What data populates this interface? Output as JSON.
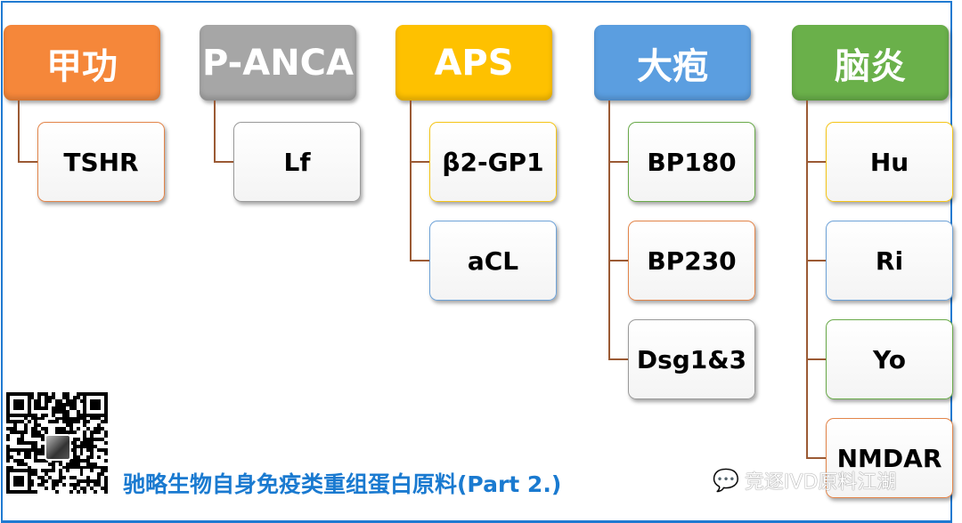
{
  "groups": [
    {
      "title": "甲功",
      "color": "#f5873a",
      "children": [
        {
          "label": "TSHR",
          "border": "#e3854a"
        }
      ]
    },
    {
      "title": "P-ANCA",
      "color": "#a6a6a6",
      "children": [
        {
          "label": "Lf",
          "border": "#9a9a9a"
        }
      ]
    },
    {
      "title": "APS",
      "color": "#fec100",
      "children": [
        {
          "label": "β2-GP1",
          "border": "#f5c518"
        },
        {
          "label": "aCL",
          "border": "#6fa3d8"
        }
      ]
    },
    {
      "title": "大疱",
      "color": "#5b9ee0",
      "children": [
        {
          "label": "BP180",
          "border": "#6aaa4a"
        },
        {
          "label": "BP230",
          "border": "#e3854a"
        },
        {
          "label": "Dsg1&3",
          "border": "#9a9a9a"
        }
      ]
    },
    {
      "title": "脑炎",
      "color": "#6ab04a",
      "children": [
        {
          "label": "Hu",
          "border": "#f5c518"
        },
        {
          "label": "Ri",
          "border": "#6fa3d8"
        },
        {
          "label": "Yo",
          "border": "#6aaa4a"
        },
        {
          "label": "NMDAR",
          "border": "#e3854a"
        }
      ]
    }
  ],
  "caption": "驰略生物自身免疫类重组蛋白原料(Part 2.)",
  "watermark": "竞逐IVD原料江湖"
}
